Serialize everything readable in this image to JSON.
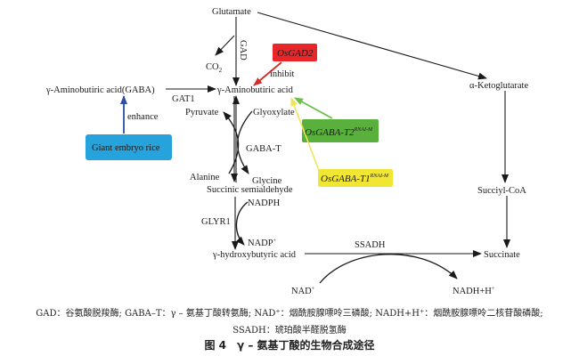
{
  "nodes": {
    "glutamate": "Glutamate",
    "co2": "CO",
    "co2_sub": "2",
    "gad": "GAD",
    "gaba_left": "γ-Aminobutiric acid(GABA)",
    "gat1": "GAT1",
    "gaba_center": "γ-Aminobutiric acid",
    "enhance": "enhance",
    "inhibit": "inhibit",
    "pyruvate": "Pyruvate",
    "glyoxylate": "Glyoxylate",
    "gaba_t": "GABA-T",
    "alanine": "Alanine",
    "glycine": "Glycine",
    "ssa": "Succinic semialdehyde",
    "nadph": "NADPH",
    "glyr1": "GLYR1",
    "nadp": "NADP",
    "nadp_sup": "+",
    "ghb": "γ-hydroxybutyric acid",
    "ssadh": "SSADH",
    "succinate": "Succinate",
    "nad": "NAD",
    "nad_sup": "+",
    "nadh": "NADH+H",
    "nadh_sup": "+",
    "akg": "α-Ketoglutarate",
    "succinyl_coa": "Succiyl-CoA"
  },
  "boxes": {
    "osgad2": "OsGAD2",
    "giant_embryo": "Giant embryo rice",
    "osgabat2": "OsGABA-T2",
    "osgabat2_sup": "RNAI-M",
    "osgabat1": "OsGABA-T1",
    "osgabat1_sup": "RNAI-M"
  },
  "colors": {
    "red_box": "#e8262a",
    "blue_box": "#26a3dc",
    "green_box": "#5ab03c",
    "yellow_box": "#f2e634",
    "red_arrow": "#d62a26",
    "blue_arrow": "#2c4fa3",
    "green_arrow": "#6cc04a",
    "yellow_arrow": "#eee55a"
  },
  "legend": {
    "line1": "GAD：谷氨酸脱羧酶; GABA–T：γ – 氨基丁酸转氨酶; NAD⁺：烟酰胺腺嘌呤三磷酸; NADH+H⁺：烟酰胺腺嘌呤二核苷酸磷酸;",
    "line2": "SSADH：琥珀酸半醛脱氢酶"
  },
  "figure_title": {
    "number": "图 4",
    "text": "γ – 氨基丁酸的生物合成途径"
  }
}
